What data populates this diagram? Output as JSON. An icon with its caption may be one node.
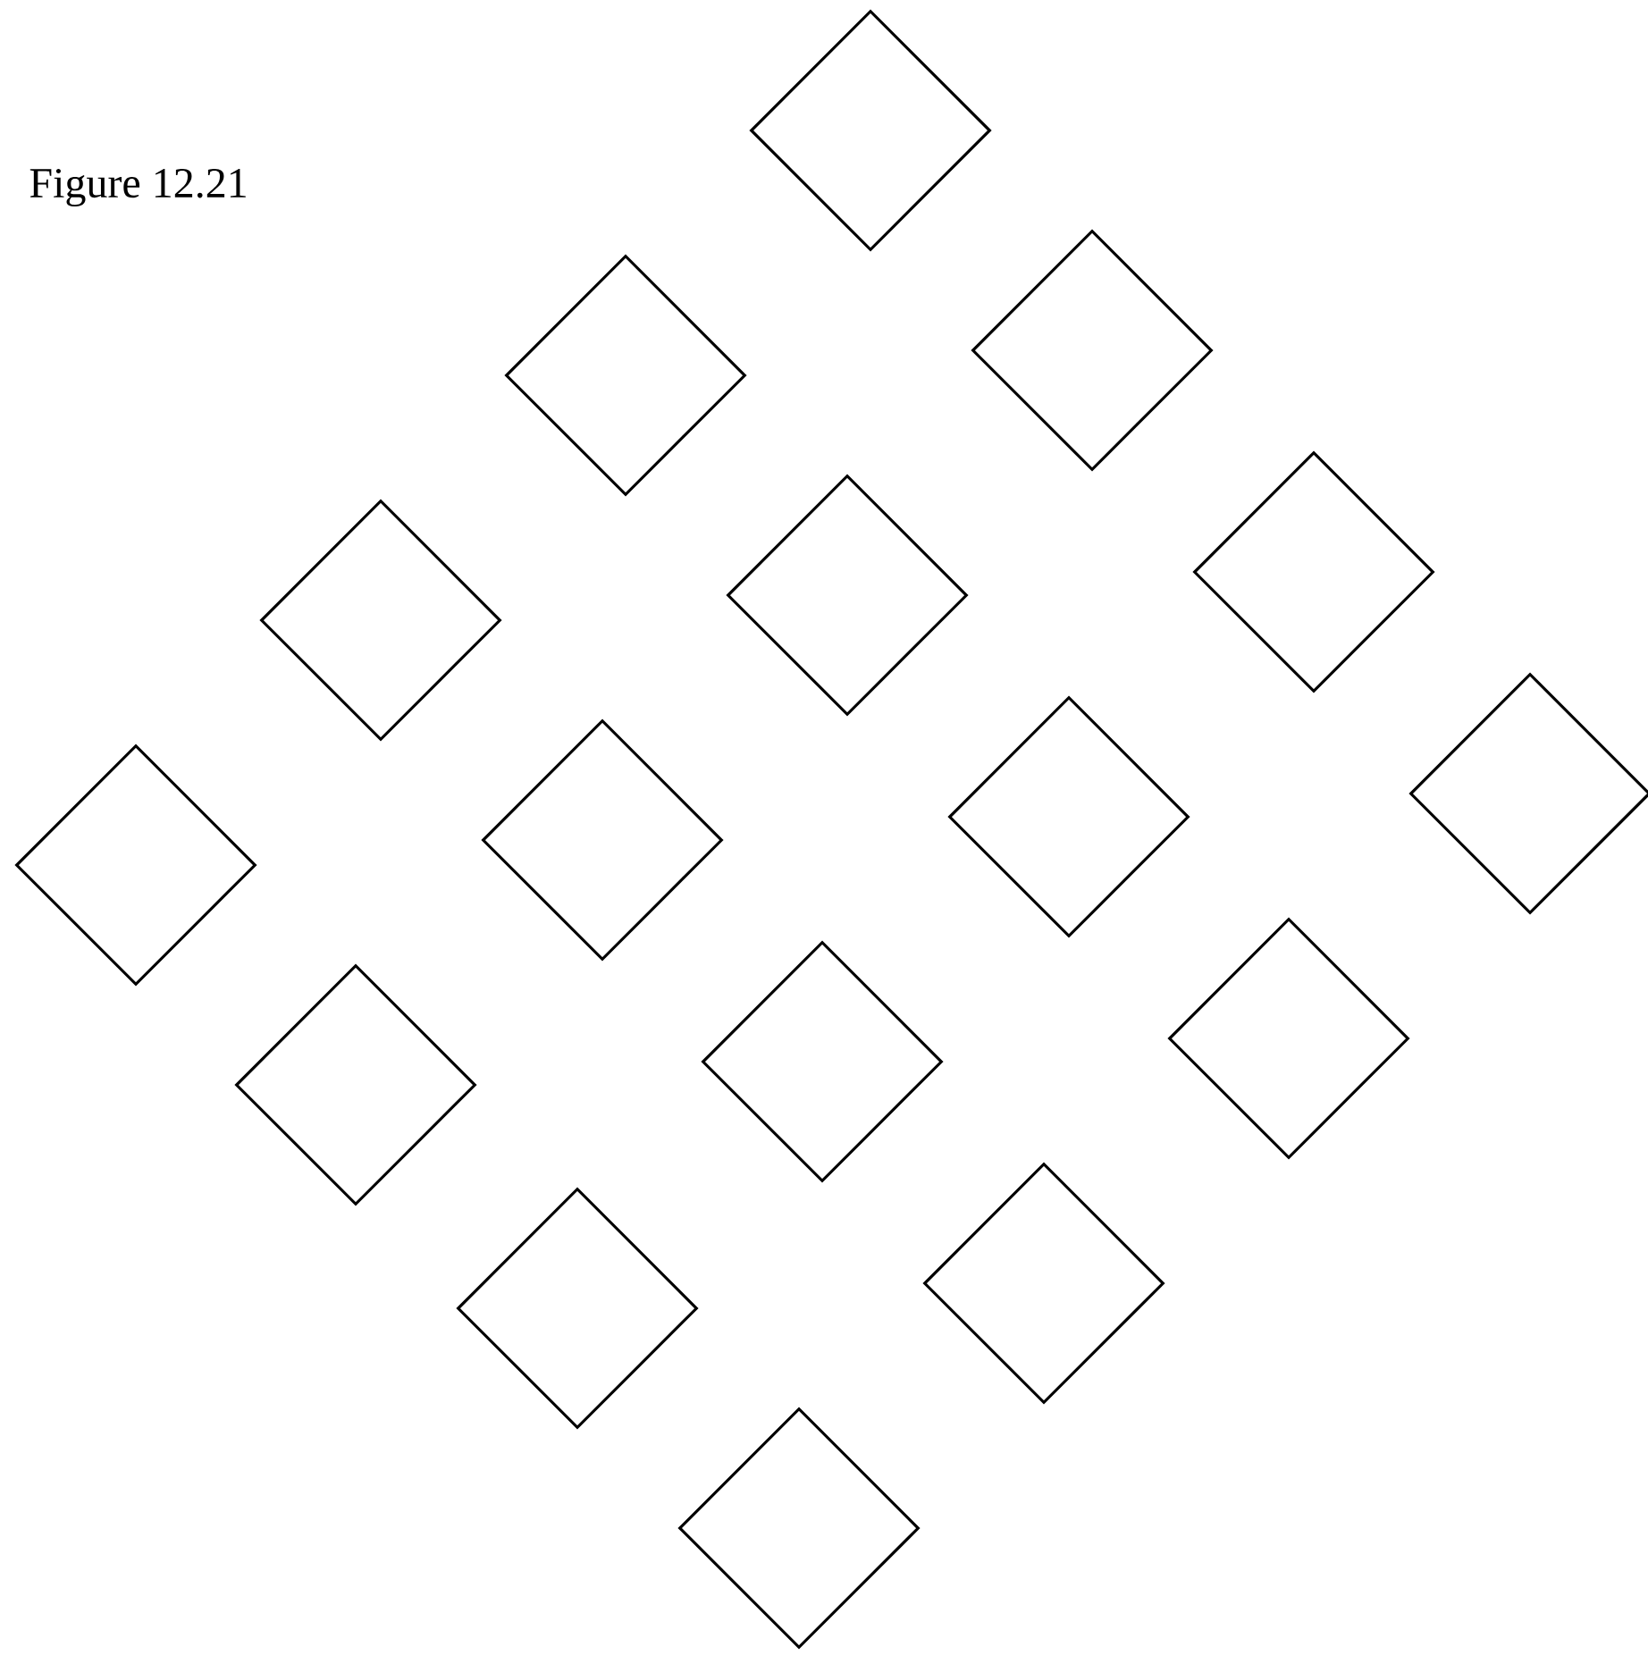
{
  "diagram": {
    "caption": "Figure 12.21",
    "nodes": [
      {
        "text": [],
        "shape": "diamond"
      },
      {
        "text": [],
        "shape": "diamond"
      },
      {
        "text": [],
        "shape": "diamond"
      },
      {
        "text": [],
        "shape": "diamond"
      },
      {
        "text": [],
        "shape": "diamond"
      },
      {
        "text": [],
        "shape": "diamond"
      },
      {
        "text": [],
        "shape": "diamond"
      },
      {
        "text": [],
        "shape": "diamond"
      },
      {
        "text": [],
        "shape": "diamond"
      },
      {
        "text": [],
        "shape": "diamond"
      },
      {
        "text": [],
        "shape": "diamond"
      },
      {
        "text": [],
        "shape": "diamond"
      },
      {
        "text": [],
        "shape": "diamond"
      },
      {
        "text": [],
        "shape": "diamond"
      },
      {
        "text": [],
        "shape": "diamond"
      },
      {
        "text": [],
        "shape": "diamond"
      }
    ]
  }
}
